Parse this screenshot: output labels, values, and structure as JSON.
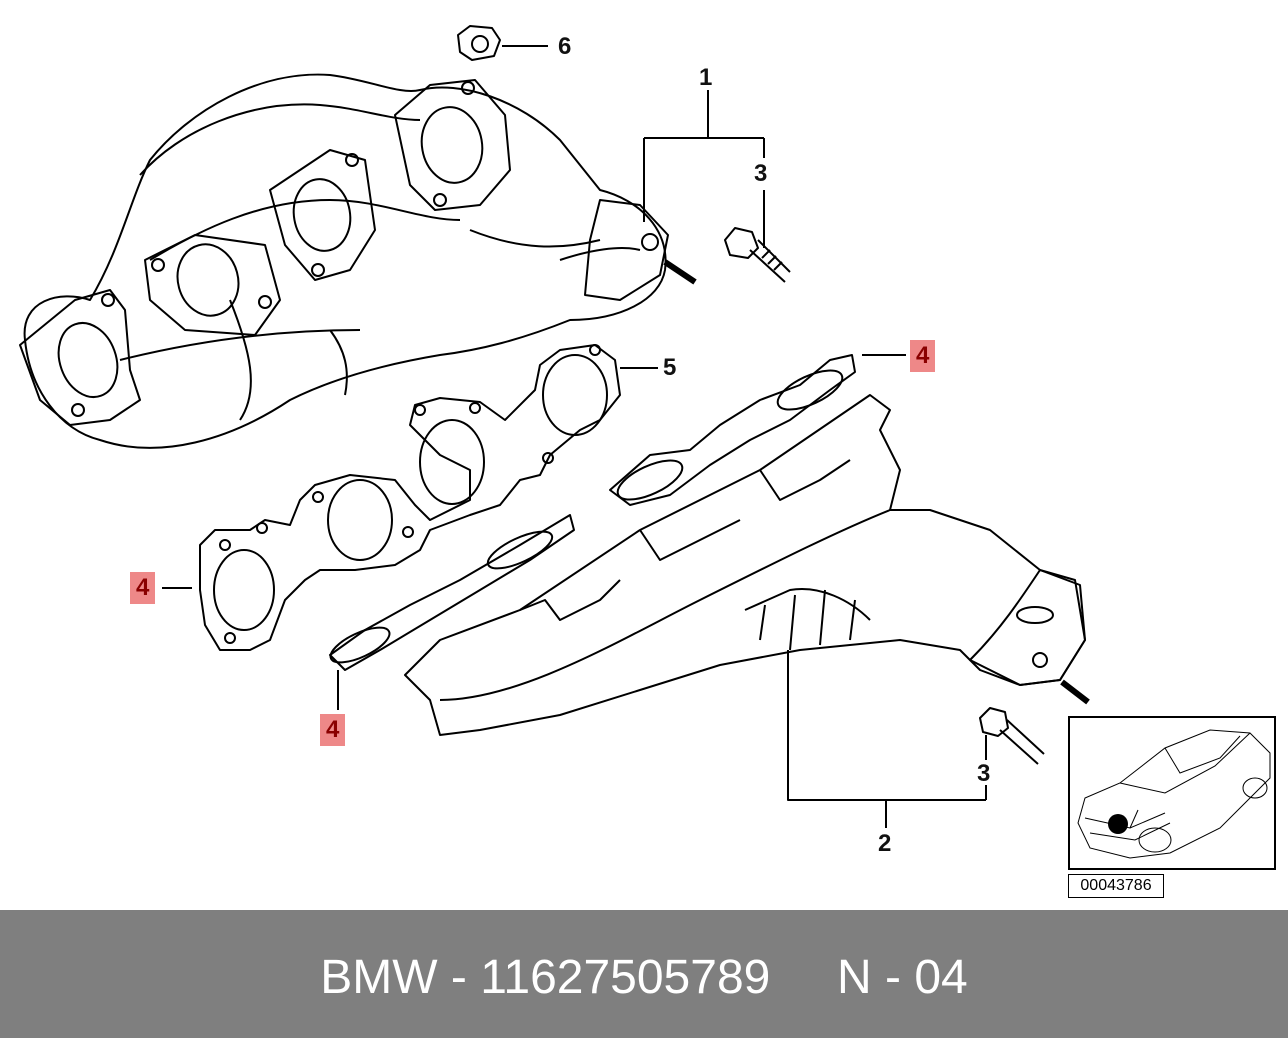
{
  "diagram": {
    "callouts": [
      {
        "id": "c6",
        "label": "6",
        "highlighted": false
      },
      {
        "id": "c1",
        "label": "1",
        "highlighted": false
      },
      {
        "id": "c3a",
        "label": "3",
        "highlighted": false
      },
      {
        "id": "c4a",
        "label": "4",
        "highlighted": true
      },
      {
        "id": "c5",
        "label": "5",
        "highlighted": false
      },
      {
        "id": "c4b",
        "label": "4",
        "highlighted": true
      },
      {
        "id": "c4c",
        "label": "4",
        "highlighted": true
      },
      {
        "id": "c3b",
        "label": "3",
        "highlighted": false
      },
      {
        "id": "c2",
        "label": "2",
        "highlighted": false
      }
    ],
    "diagram_id": "00043786",
    "highlight_color": "#ee8888"
  },
  "footer": {
    "text": "BMW - 11627505789     N - 04",
    "background": "#7f7f7f"
  }
}
